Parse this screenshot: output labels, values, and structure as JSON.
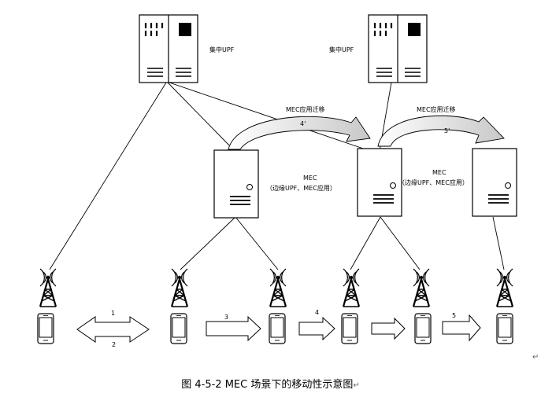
{
  "servers": {
    "upf_label_1": "集中UPF",
    "upf_label_2": "集中UPF"
  },
  "mec": {
    "label_1_line1": "MEC",
    "label_1_line2": "（边缘UPF、MEC应用）",
    "label_2_line1": "MEC",
    "label_2_line2": "（边缘UPF、MEC应用）"
  },
  "migration": {
    "label_1": "MEC应用迁移",
    "label_2": "MEC应用迁移",
    "step_1": "4'",
    "step_2": "5'"
  },
  "moves": {
    "step_1": "1",
    "step_2": "2",
    "step_3": "3",
    "step_4": "4",
    "step_5": "5"
  },
  "caption": "图  4-5-2 MEC 场景下的移动性示意图",
  "paragraph_mark": "↵"
}
